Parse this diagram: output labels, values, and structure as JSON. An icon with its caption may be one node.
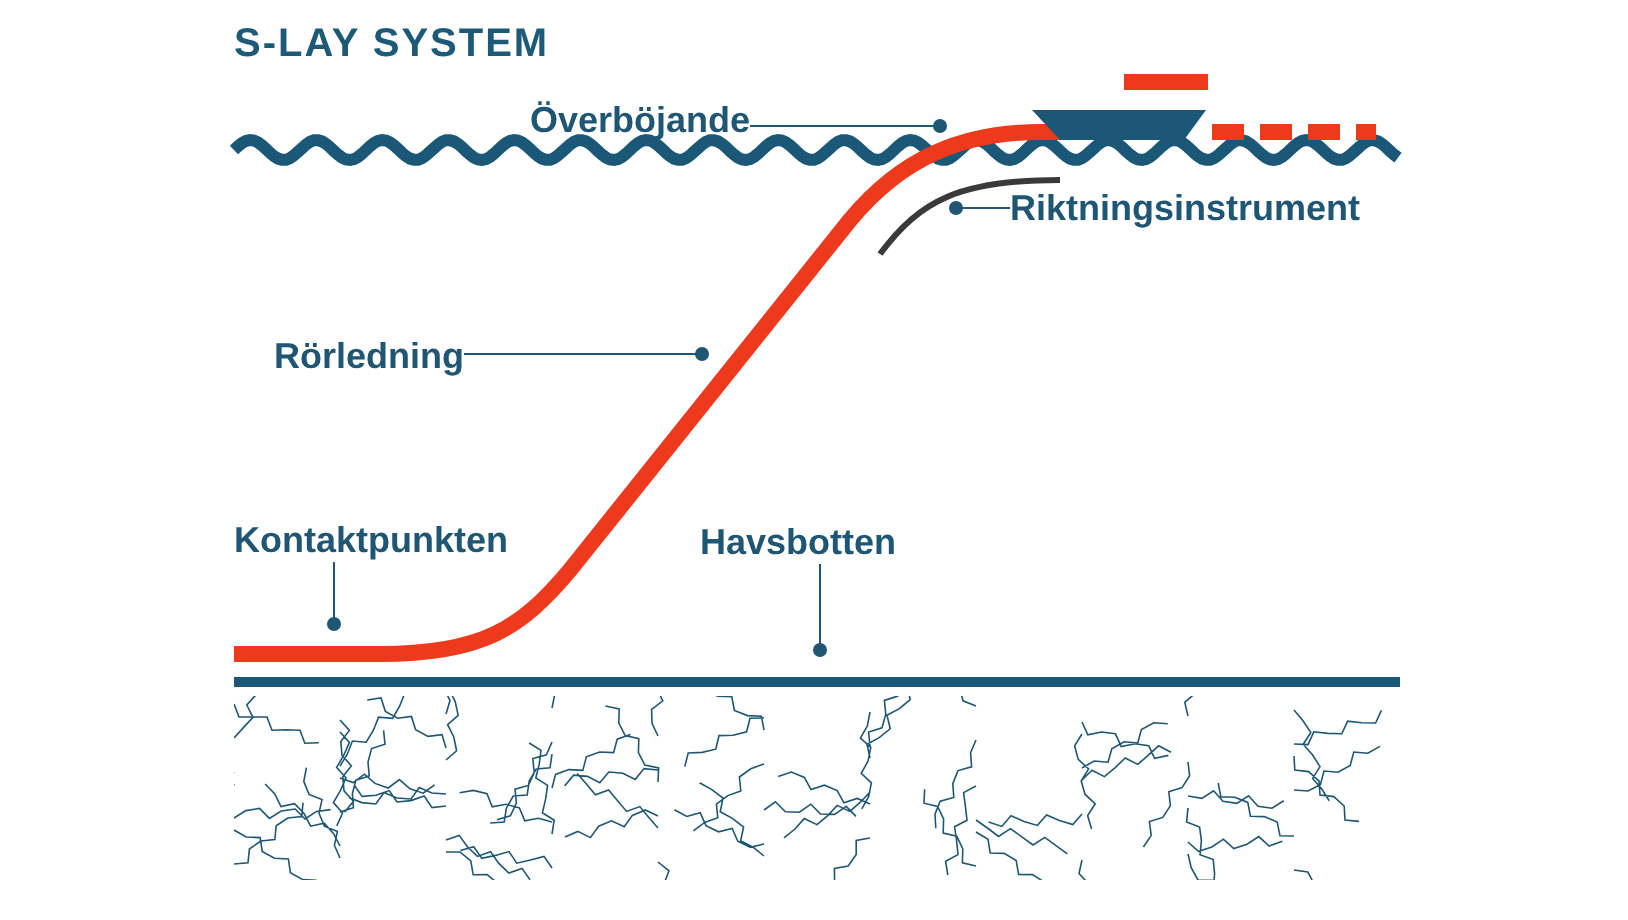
{
  "diagram": {
    "title": "S-LAY SYSTEM",
    "nodes": [
      {
        "text": [
          "Överböjande"
        ]
      },
      {
        "text": [
          "Riktningsinstrument"
        ]
      },
      {
        "text": [
          "Rörledning"
        ]
      },
      {
        "text": [
          "Kontaktpunkten"
        ]
      },
      {
        "text": [
          "Havsbotten"
        ]
      }
    ],
    "edges": [
      {
        "from": 0,
        "to": null,
        "arrow": "other"
      },
      {
        "from": 1,
        "to": null,
        "arrow": "other"
      },
      {
        "from": 2,
        "to": null,
        "arrow": "other"
      },
      {
        "from": 3,
        "to": null,
        "arrow": "other"
      },
      {
        "from": 4,
        "to": null,
        "arrow": "other"
      }
    ]
  }
}
